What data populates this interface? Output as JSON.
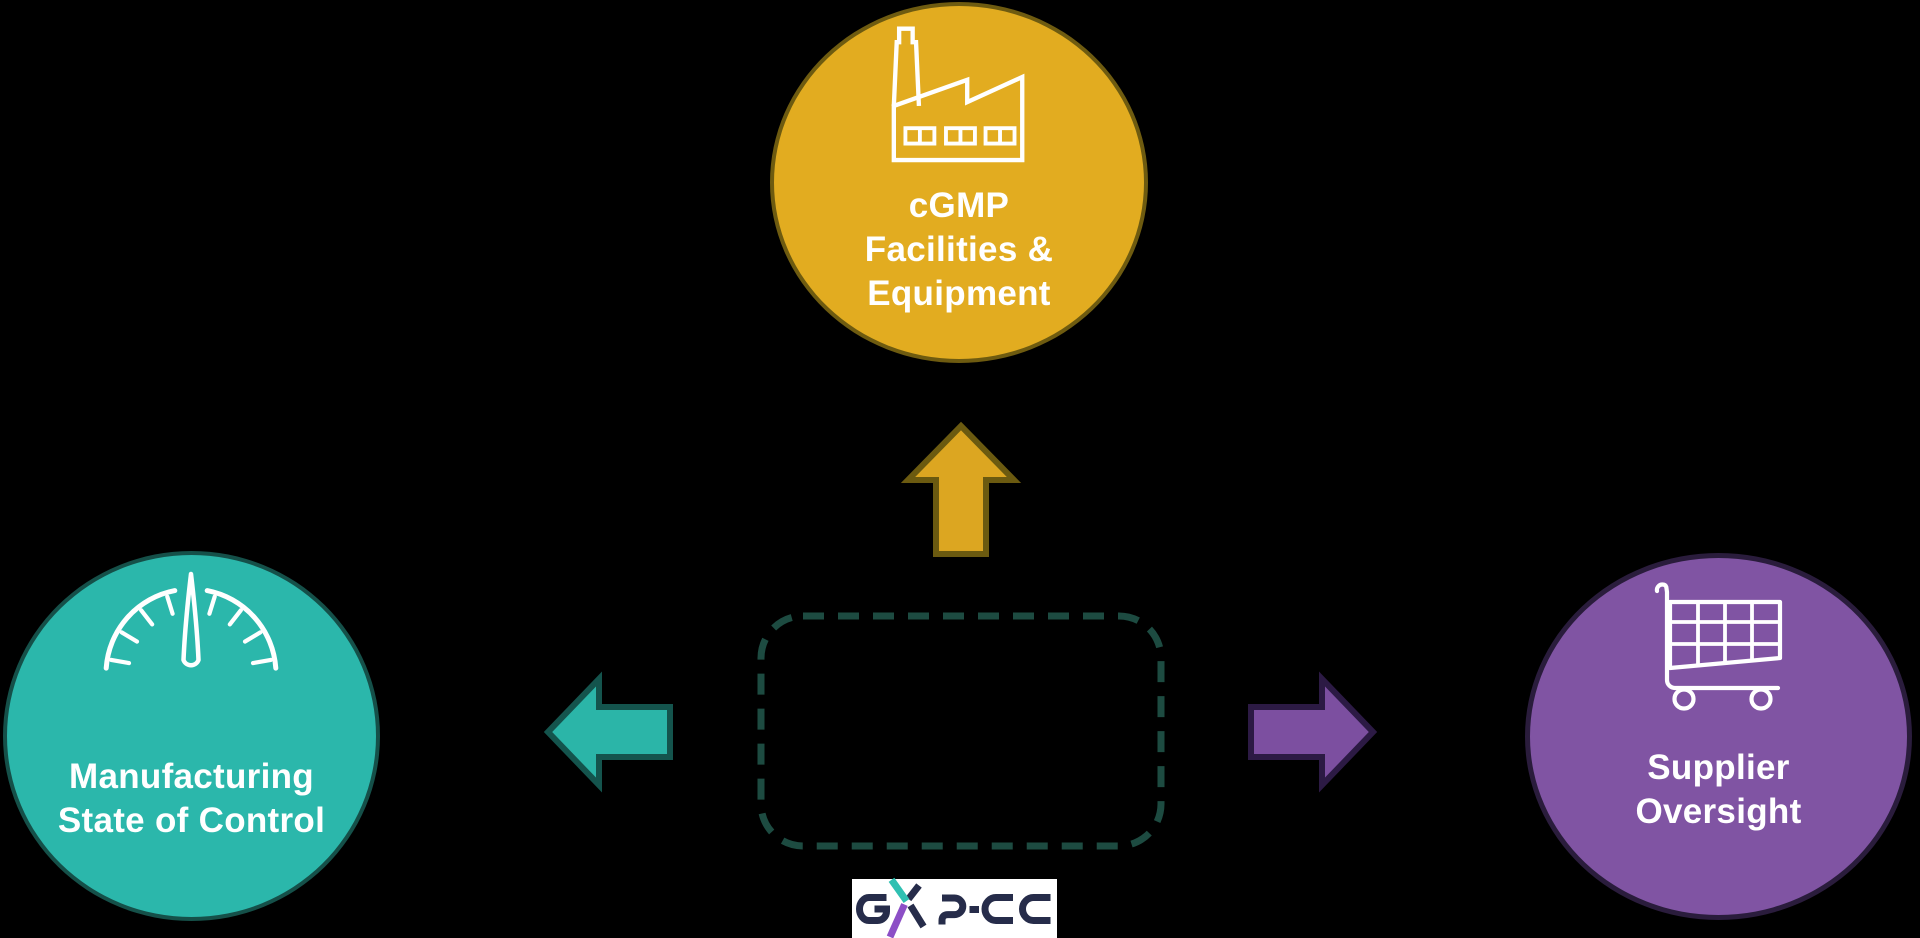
{
  "background_color": "#000000",
  "diagram": {
    "nodes": {
      "top": {
        "lines": [
          "cGMP",
          "Facilities &",
          "Equipment"
        ],
        "fill_color": "#E2AC20",
        "border_color": "#6E5B10",
        "text_color": "#FFFFFF",
        "icon": "factory-icon"
      },
      "left": {
        "lines": [
          "Manufacturing",
          "State of Control"
        ],
        "fill_color": "#2BB7AB",
        "border_color": "#155049",
        "text_color": "#FFFFFF",
        "icon": "speedometer-icon"
      },
      "right": {
        "lines": [
          "Supplier",
          "Oversight"
        ],
        "fill_color": "#8054A3",
        "border_color": "#2A1C3C",
        "text_color": "#FFFFFF",
        "icon": "shopping-cart-icon"
      }
    },
    "arrows": {
      "up": {
        "direction": "up",
        "fill_color": "#DCA621",
        "border_color": "#6B5A10"
      },
      "left": {
        "direction": "left",
        "fill_color": "#2BB5A8",
        "border_color": "#14544D"
      },
      "right": {
        "direction": "right",
        "fill_color": "#7C4FA0",
        "border_color": "#2C1A44"
      }
    },
    "center_box": {
      "border_color": "#1D4B41",
      "border_style": "dashed"
    },
    "logo": {
      "text": "GXP-CC",
      "background_color": "#FFFFFF",
      "letter_color": "#262C4A",
      "accent_teal": "#2FC0B2",
      "accent_purple": "#8C4FC6"
    }
  }
}
